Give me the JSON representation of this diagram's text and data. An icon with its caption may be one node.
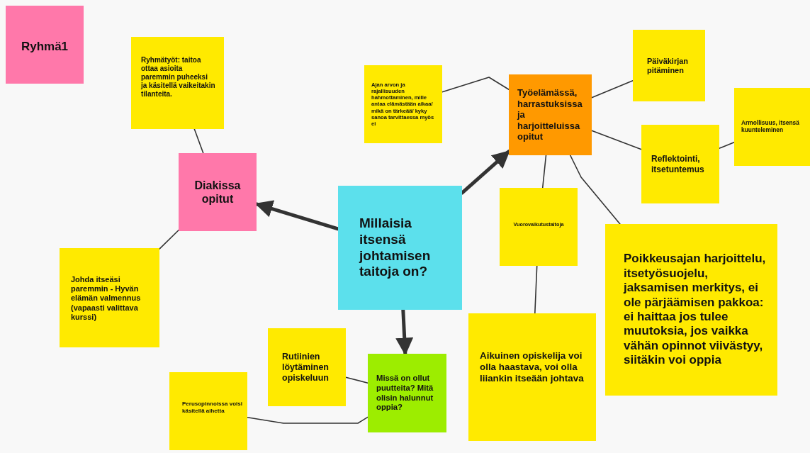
{
  "diagram": {
    "nodes": [
      {
        "text": [
          "Ryhmä1"
        ]
      },
      {
        "text": [
          "Ryhmätyöt: taitoa ottaa asioita paremmin puheeksi ja käsitellä vaikeitakin tilanteita."
        ]
      },
      {
        "text": [
          "Diakissa opitut"
        ]
      },
      {
        "text": [
          "Johda itseäsi paremmin - Hyvän elämän valmennus (vapaasti valittava kurssi)"
        ]
      },
      {
        "text": [
          "Millaisia itsensä johtamisen taitoja on?"
        ]
      },
      {
        "text": [
          "Ajan arvon ja rajallisuuden hahmottaminen, mille antaa elämästään aikaa/ mikä on tärkeää/ kyky sanoa tarvittaessa myös ei"
        ]
      },
      {
        "text": [
          "Työelämässä, harrastuksissa ja harjoitteluissa opitut"
        ]
      },
      {
        "text": [
          "Päiväkirjan pitäminen"
        ]
      },
      {
        "text": [
          "Armollisuus, itsensä kuunteleminen"
        ]
      },
      {
        "text": [
          "Reflektointi, itsetuntemus"
        ]
      },
      {
        "text": [
          "Vuorovaikutustaitoja"
        ]
      },
      {
        "text": [
          "Poikkeusajan harjoittelu, itsetyösuojelu, jaksamisen merkitys, ei ole pärjäämisen pakkoa: ei haittaa jos tulee muutoksia, jos vaikka vähän opinnot viivästyy, siitäkin voi oppia"
        ]
      },
      {
        "text": [
          "Rutiinien löytäminen opiskeluun"
        ]
      },
      {
        "text": [
          "Missä on ollut puutteita? Mitä olisin halunnut oppia?"
        ]
      },
      {
        "text": [
          "Aikuinen opiskelija voi olla haastava, voi olla liiankin itseään johtava"
        ]
      },
      {
        "text": [
          "Perusopinnoissa voisi käsitellä aihetta"
        ]
      }
    ],
    "edges": [
      {
        "from": 4,
        "to": 2,
        "arrow": "to",
        "style": "thick"
      },
      {
        "from": 4,
        "to": 6,
        "arrow": "to",
        "style": "thick"
      },
      {
        "from": 4,
        "to": 13,
        "arrow": "to",
        "style": "thick"
      },
      {
        "from": 1,
        "to": 2,
        "arrow": "none"
      },
      {
        "from": 2,
        "to": 3,
        "arrow": "none"
      },
      {
        "from": 5,
        "to": 6,
        "arrow": "none"
      },
      {
        "from": 6,
        "to": 7,
        "arrow": "none"
      },
      {
        "from": 6,
        "to": 9,
        "arrow": "none"
      },
      {
        "from": 9,
        "to": 8,
        "arrow": "none"
      },
      {
        "from": 6,
        "to": 10,
        "arrow": "none"
      },
      {
        "from": 10,
        "to": 14,
        "arrow": "none"
      },
      {
        "from": 6,
        "to": 11,
        "arrow": "none"
      },
      {
        "from": 12,
        "to": 13,
        "arrow": "none"
      },
      {
        "from": 15,
        "to": 13,
        "arrow": "none"
      }
    ]
  }
}
